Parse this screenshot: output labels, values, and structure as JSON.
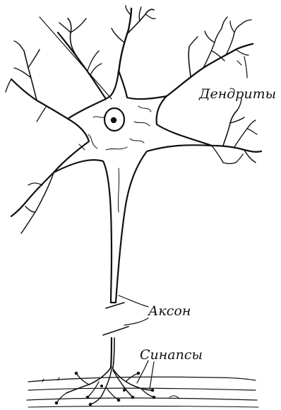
{
  "diagram": {
    "labels": {
      "dendrites": "Дендриты",
      "axon": "Аксон",
      "synapses": "Синапсы"
    },
    "ink_color": "#111111",
    "background_color": "#ffffff"
  }
}
